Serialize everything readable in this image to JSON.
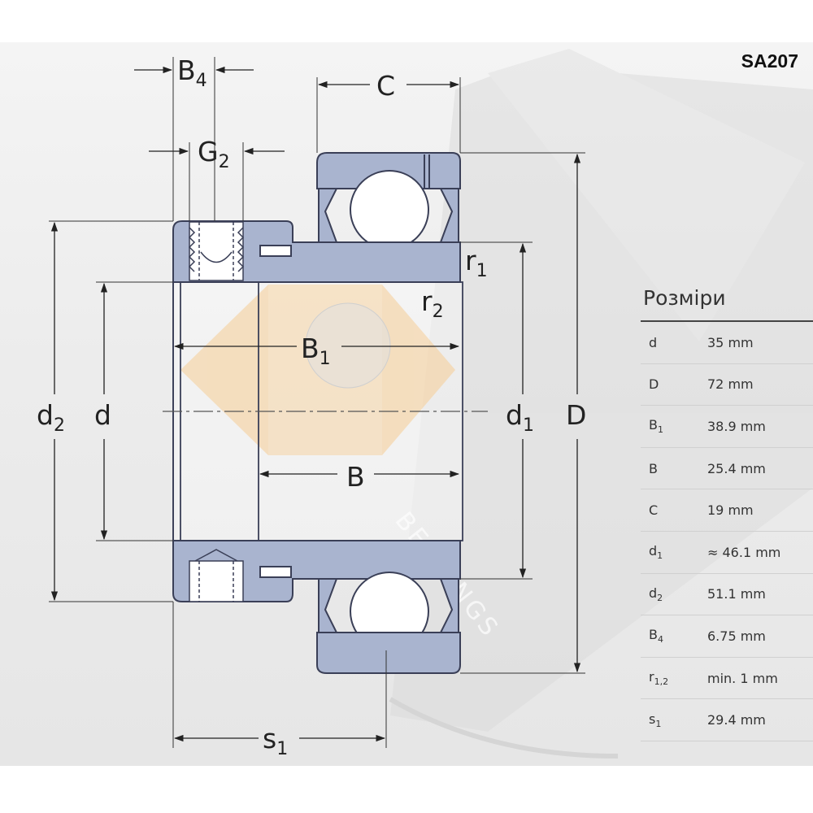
{
  "title": "SA207",
  "labels": {
    "B4": {
      "main": "B",
      "sub": "4"
    },
    "G2": {
      "main": "G",
      "sub": "2"
    },
    "C": {
      "main": "C"
    },
    "r1": {
      "main": "r",
      "sub": "1"
    },
    "r2": {
      "main": "r",
      "sub": "2"
    },
    "B1": {
      "main": "B",
      "sub": "1"
    },
    "d2": {
      "main": "d",
      "sub": "2"
    },
    "d": {
      "main": "d"
    },
    "d1": {
      "main": "d",
      "sub": "1"
    },
    "D": {
      "main": "D"
    },
    "B": {
      "main": "B"
    },
    "s1": {
      "main": "s",
      "sub": "1"
    }
  },
  "watermark": "BEARINGS",
  "colors": {
    "ring_fill": "#a9b4cf",
    "ring_stroke": "#3a3f57",
    "accent_orange": "#f2b25c",
    "background": "#ececec"
  },
  "dimensions": {
    "heading": "Розміри",
    "rows": [
      {
        "sym": "d",
        "sub": "",
        "value": "35 mm"
      },
      {
        "sym": "D",
        "sub": "",
        "value": "72 mm"
      },
      {
        "sym": "B",
        "sub": "1",
        "value": "38.9 mm"
      },
      {
        "sym": "B",
        "sub": "",
        "value": "25.4 mm"
      },
      {
        "sym": "C",
        "sub": "",
        "value": "19 mm"
      },
      {
        "sym": "d",
        "sub": "1",
        "value": "≈ 46.1 mm"
      },
      {
        "sym": "d",
        "sub": "2",
        "value": "51.1 mm"
      },
      {
        "sym": "B",
        "sub": "4",
        "value": "6.75 mm"
      },
      {
        "sym": "r",
        "sub": "1,2",
        "value": "min. 1 mm"
      },
      {
        "sym": "s",
        "sub": "1",
        "value": "29.4 mm"
      }
    ]
  }
}
